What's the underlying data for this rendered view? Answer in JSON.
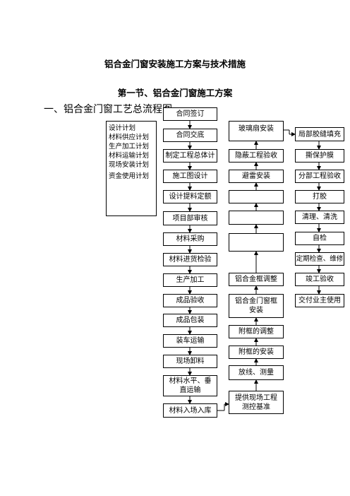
{
  "document": {
    "title": "铝合金门窗安装施工方案与技术措施",
    "section": "第一节、铝合金门窗施工方案",
    "subsection": "一、铝合金门窗工艺总流程图"
  },
  "plans": {
    "items": [
      "设计计划",
      "材料供应计划",
      "生产加工计划",
      "材料运输计划",
      "现场安装计划",
      "资金使用计划"
    ]
  },
  "flow_left": [
    "合同签订",
    "合同交底",
    "制定工程总体计",
    "施工图设计",
    "设计提料定额",
    "项目部审核",
    "材料采购",
    "材料进货检验",
    "生产加工",
    "成品验收",
    "成品包装",
    "装车运输",
    "现场卸料",
    "材料水平、垂直运输",
    "材料入场入库"
  ],
  "flow_middle": [
    "提供现场工程测控基准",
    "放线、测量",
    "附框的安装",
    "附框的调整",
    "铝合金门窗框安装",
    "铝合金框调整",
    "",
    "",
    "避雷安装",
    "隐蔽工程验收",
    "玻璃扇安装"
  ],
  "flow_right": [
    "局部胶缝填充",
    "撕保护膜",
    "分部工程验收",
    "打胶",
    "清理、清洗",
    "自检",
    "定期检查、维修",
    "竣工验收",
    "交付业主使用"
  ]
}
